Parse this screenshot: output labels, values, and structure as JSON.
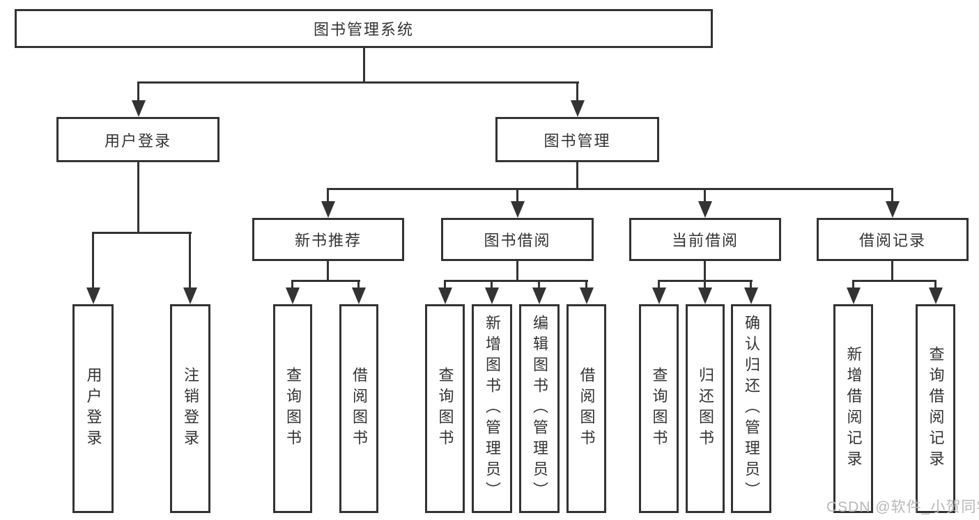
{
  "diagram_title": "图书管理系统",
  "tree": {
    "label": "图书管理系统",
    "children": [
      {
        "label": "用户登录",
        "children": [
          {
            "label": "用户登录"
          },
          {
            "label": "注销登录"
          }
        ]
      },
      {
        "label": "图书管理",
        "children": [
          {
            "label": "新书推荐",
            "children": [
              {
                "label": "查询图书"
              },
              {
                "label": "借阅图书"
              }
            ]
          },
          {
            "label": "图书借阅",
            "children": [
              {
                "label": "查询图书"
              },
              {
                "label": "新增图书（管理员）"
              },
              {
                "label": "编辑图书（管理员）"
              },
              {
                "label": "借阅图书"
              }
            ]
          },
          {
            "label": "当前借阅",
            "children": [
              {
                "label": "查询图书"
              },
              {
                "label": "归还图书"
              },
              {
                "label": "确认归还（管理员）"
              }
            ]
          },
          {
            "label": "借阅记录",
            "children": [
              {
                "label": "新增借阅记录"
              },
              {
                "label": "查询借阅记录"
              }
            ]
          }
        ]
      }
    ]
  },
  "watermark": {
    "text": "CSDN @软件_小贺同学"
  },
  "colors": {
    "line": "#333333",
    "text": "#333333",
    "box_background": "#ffffff",
    "watermark": "#b8b8b8",
    "background": "#ffffff"
  }
}
